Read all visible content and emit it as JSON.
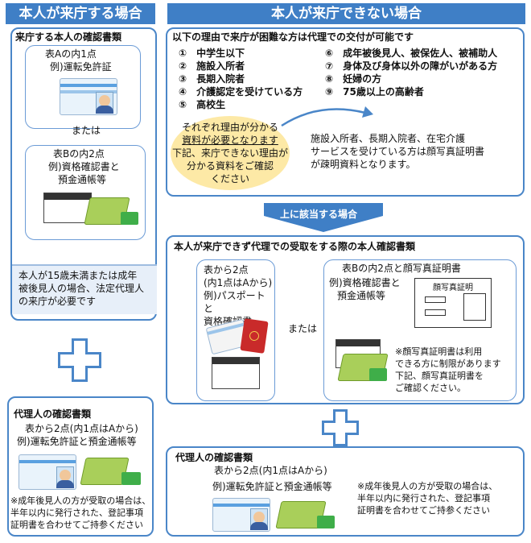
{
  "left": {
    "header": "本人が来庁する場合",
    "self_title": "来庁する本人の確認書類",
    "groupA_title": "表Aの内1点",
    "groupA_example": "例)運転免許証",
    "or1": "または",
    "groupB_line1": "表Bの内2点",
    "groupB_line2": "例)資格確認書と",
    "groupB_line3": "預金通帳等",
    "note_line1": "本人が15歳未満または成年",
    "note_line2": "被後見人の場合、法定代理人",
    "note_line3": "の来庁が必要です",
    "proxy_title": "代理人の確認書類",
    "proxy_line1": "表から2点(内1点はAから)",
    "proxy_line2": "例)運転免許証と預金通帳等",
    "proxy_note1": "※成年後見人の方が受取の場合は、",
    "proxy_note2": "半年以内に発行された、登記事項",
    "proxy_note3": "証明書を合わせてご持参ください"
  },
  "right": {
    "header": "本人が来庁できない場合",
    "intro": "以下の理由で来庁が困難な方は代理での交付が可能です",
    "reasons_left": [
      "①　中学生以下",
      "②　施設入所者",
      "③　長期入院者",
      "④　介護認定を受けている方",
      "⑤　高校生"
    ],
    "reasons_right": [
      "⑥　成年被後見人、被保佐人、被補助人",
      "⑦　身体及び身体以外の障がいがある方",
      "⑧　妊婦の方",
      "⑨　75歳以上の高齢者"
    ],
    "bubble_line1": "それぞれ理由が分かる",
    "bubble_line2": "資料が必要となります",
    "bubble_line3": "下記、来庁できない理由が",
    "bubble_line4": "分かる資料をご確認",
    "bubble_line5": "ください",
    "facility_note1": "施設入所者、長期入院者、在宅介護",
    "facility_note2": "サービスを受けている方は顔写真証明書",
    "facility_note3": "が疎明資料となります。",
    "arrow_label": "上に該当する場合",
    "receive_title": "本人が来庁できず代理での受取をする際の本人確認書類",
    "opt1_line1": "表から2点",
    "opt1_line2": "(内1点はAから)",
    "opt1_line3": "例)パスポートと",
    "opt1_line4": "資格確認書",
    "or2": "または",
    "opt2_title": "表Bの内2点と顔写真証明書",
    "opt2_line1": "例)資格確認書と",
    "opt2_line2": "預金通帳等",
    "photo_cert_label": "顔写真証明",
    "opt2_note1": "※顔写真証明書は利用",
    "opt2_note2": "できる方に制限があります",
    "opt2_note3": "下記、顔写真証明書を",
    "opt2_note4": "ご確認ください。",
    "proxy_title": "代理人の確認書類",
    "proxy_line1": "表から2点(内1点はAから)",
    "proxy_line2": "例)運転免許証と預金通帳等",
    "proxy_note1": "※成年後見人の方が受取の場合は、",
    "proxy_note2": "半年以内に発行された、登記事項",
    "proxy_note3": "証明書を合わせてご持参ください"
  },
  "colors": {
    "header_blue": "#3f7fc6",
    "border_blue": "#4a86c8",
    "bubble_yellow": "#fde9a6",
    "bank_green": "#a9cf5a"
  },
  "icons": [
    "license-card-icon",
    "health-insurance-card-icon",
    "bankbook-icon",
    "passport-icon",
    "photo-id-certificate-icon",
    "plus-icon",
    "down-arrow-icon"
  ]
}
